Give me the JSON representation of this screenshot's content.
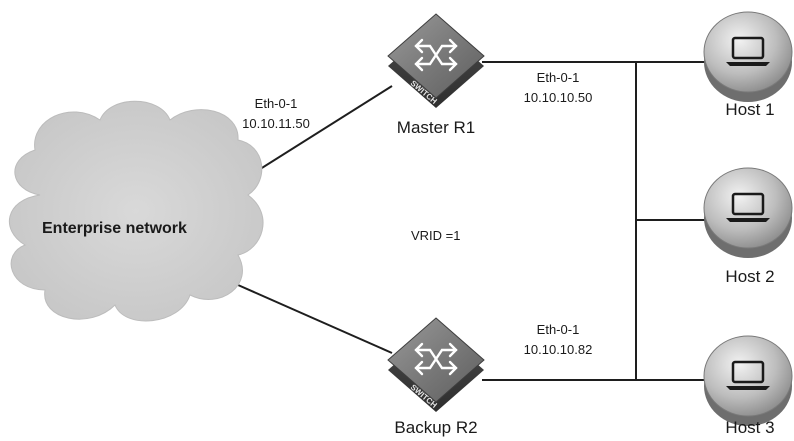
{
  "cloud": {
    "label": "Enterprise network"
  },
  "routers": {
    "master": {
      "name": "Master R1",
      "badge": "SWITCH"
    },
    "backup": {
      "name": "Backup R2",
      "badge": "SWITCH"
    }
  },
  "links": {
    "master_uplink": {
      "interface": "Eth-0-1",
      "ip": "10.10.11.50"
    },
    "master_lan": {
      "interface": "Eth-0-1",
      "ip": "10.10.10.50"
    },
    "backup_lan": {
      "interface": "Eth-0-1",
      "ip": "10.10.10.82"
    }
  },
  "vrid": "VRID =1",
  "hosts": [
    {
      "name": "Host 1"
    },
    {
      "name": "Host 2"
    },
    {
      "name": "Host 3"
    }
  ]
}
